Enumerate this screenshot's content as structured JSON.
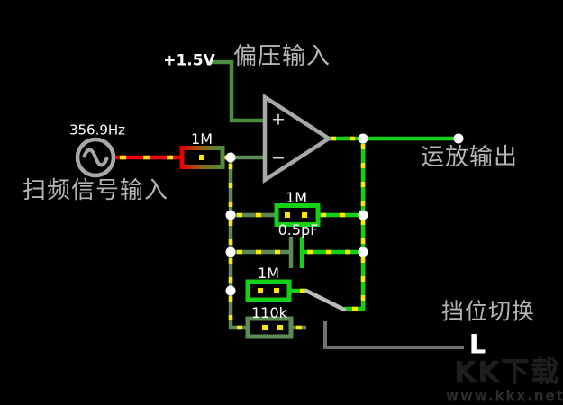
{
  "colors": {
    "bright_wire": "#15d115",
    "mid_wire": "#5d8b55",
    "bias_wire": "#4d8c3e",
    "red_wire": "#f00000",
    "current_dot": "#ffe800",
    "component_gray": "#a8a8a8",
    "label_gray": "#b5b5b5",
    "value_white": "#ffffff",
    "leader_gray": "#707070",
    "watermark_dark": "#1e1e1e",
    "watermark_url": "#2c2c2c",
    "bg": "#000000"
  },
  "source": {
    "frequency": "356.9Hz",
    "label": "扫频信号输入"
  },
  "bias": {
    "value": "+1.5V",
    "label": "偏压输入"
  },
  "opamp": {
    "plus": "+",
    "minus": "−",
    "output_label": "运放输出"
  },
  "components": {
    "input_resistor": "1M",
    "feedback_resistor_1": "1M",
    "feedback_capacitor": "0.5pF",
    "range_resistor_1m": "1M",
    "range_resistor_110k": "110k"
  },
  "switch": {
    "label": "挡位切换",
    "key": "L"
  },
  "watermark": {
    "logo": "KK下载",
    "url": "www.kkx.net"
  }
}
